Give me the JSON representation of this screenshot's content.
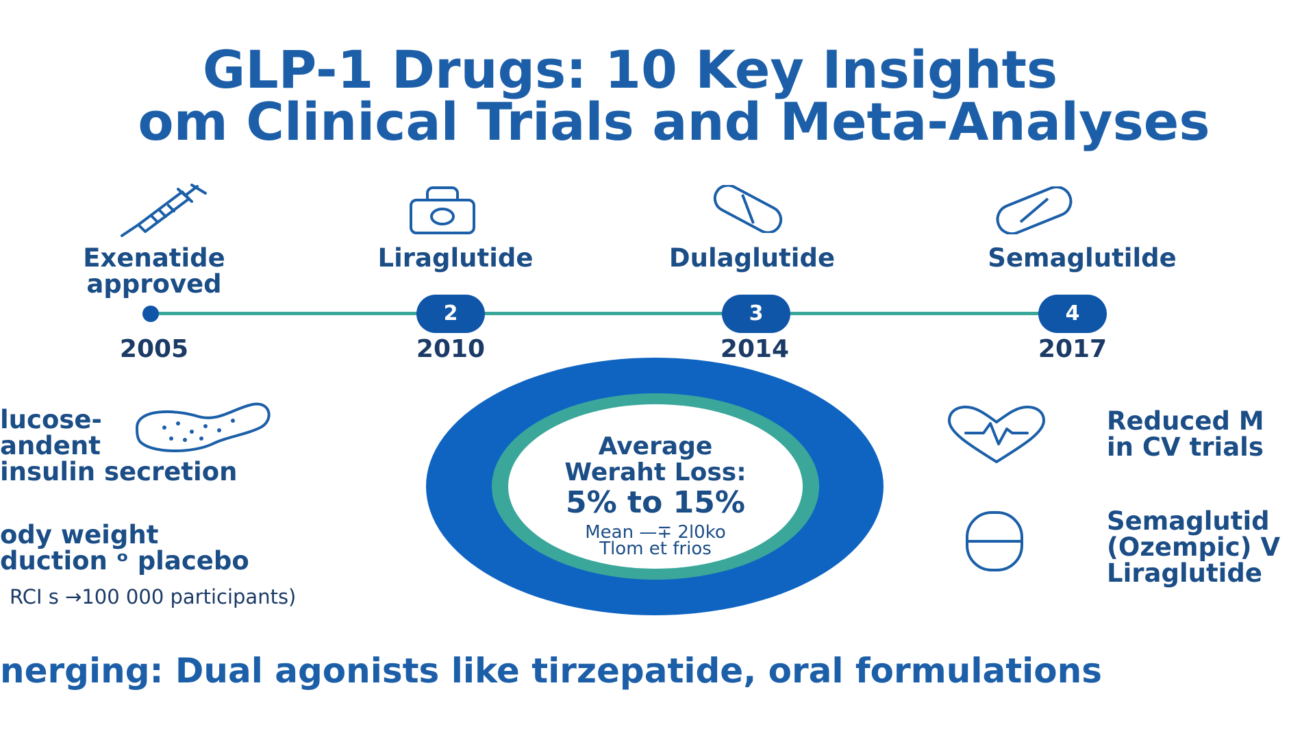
{
  "title": {
    "line1": "GLP-1 Drugs: 10 Key Insights",
    "line2": "om Clinical Trials and Meta-Analyses"
  },
  "timeline": [
    {
      "label": "Exenatide",
      "label2": "approved",
      "year": "2005",
      "marker": ""
    },
    {
      "label": "Liraglutide",
      "label2": "",
      "year": "2010",
      "marker": "2"
    },
    {
      "label": "Dulaglutide",
      "label2": "",
      "year": "2014",
      "marker": "3"
    },
    {
      "label": "Semaglutilde",
      "label2": "",
      "year": "2017",
      "marker": "4"
    }
  ],
  "left_points": {
    "p1": [
      "lucose-",
      "andent",
      "insulin secretion"
    ],
    "p2": [
      "ody weight",
      "duction ᵒ placebo"
    ],
    "p2_note": "RCI s →100 000 participants)"
  },
  "center": {
    "line1": "Average",
    "line2": "Weraht Loss:",
    "value": "5% to 15%",
    "note1": "Mean —∓ 2l0ko",
    "note2": "Tlom et frios"
  },
  "right_points": {
    "p1": [
      "Reduced M",
      "in CV trials"
    ],
    "p2": [
      "Semaglutid",
      "(Ozempic) V",
      "Liraglutide"
    ]
  },
  "bottom": "nerging: Dual agonists like tirzepatide, oral formulations",
  "colors": {
    "title": "#1c5fa8",
    "text": "#1b4d86",
    "marker": "#0f55a8",
    "timeline_line": "#3aa79a",
    "donut_outer": "#0f64c2",
    "donut_ring": "#3aa79a"
  },
  "icons": {
    "exenatide": "syringe-icon",
    "liraglutide": "pen-injector-icon",
    "dulaglutide": "capsule-icon",
    "semaglutide": "tablet-icon",
    "left1": "pancreas-icon",
    "right1": "heart-pulse-icon",
    "right2": "capsule-vertical-icon"
  }
}
